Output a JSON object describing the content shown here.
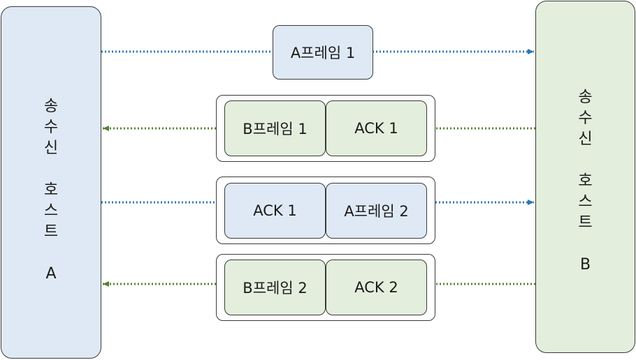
{
  "host_a": {
    "lines": [
      "송",
      "수",
      "신",
      "",
      "호",
      "스",
      "트",
      "",
      "A"
    ]
  },
  "host_b": {
    "lines": [
      "송",
      "수",
      "신",
      "",
      "호",
      "스",
      "트",
      "",
      "B"
    ]
  },
  "frames": {
    "row1": {
      "cell": "A프레임 1"
    },
    "row2": {
      "left": "B프레임 1",
      "right": "ACK 1"
    },
    "row3": {
      "left": "ACK 1",
      "right": "A프레임 2"
    },
    "row4": {
      "left": "B프레임 2",
      "right": "ACK 2"
    }
  },
  "colors": {
    "blue_fill": "#dfe9f5",
    "green_fill": "#e3eedc",
    "blue_arrow": "#2e75b6",
    "green_arrow": "#548235"
  }
}
